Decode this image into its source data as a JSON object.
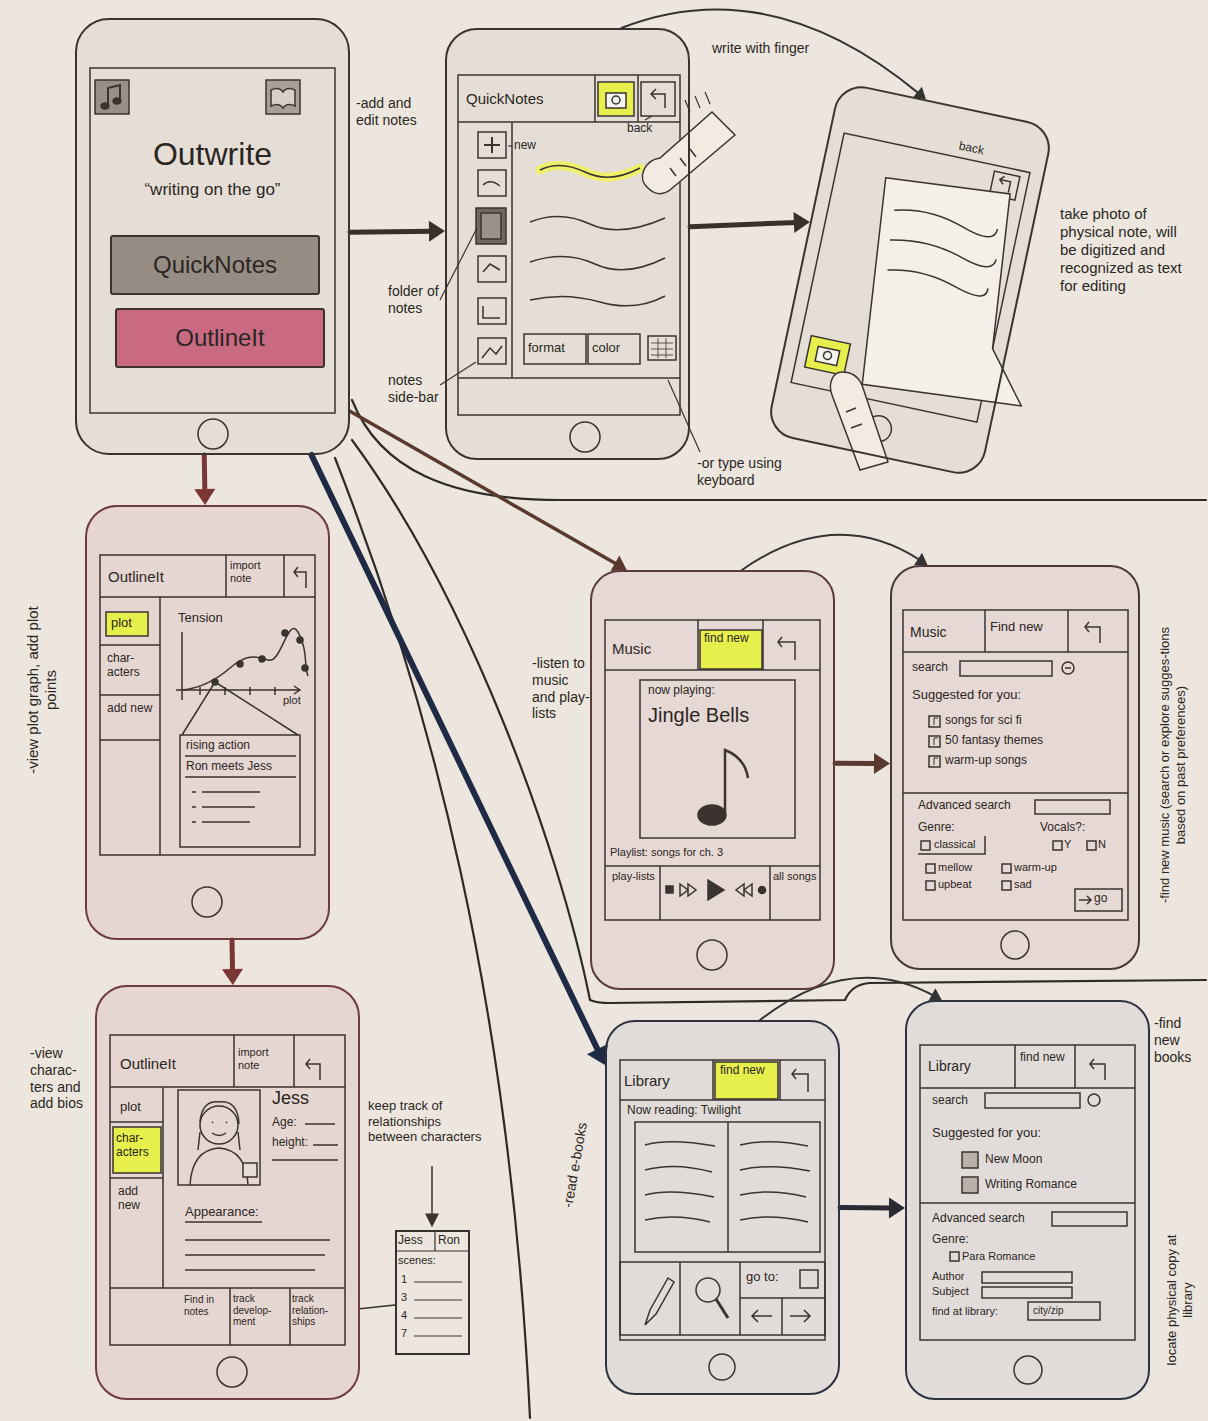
{
  "diagram": {
    "nodes": [
      {
        "text": [
          "Outwrite",
          "“writing on the go”"
        ]
      },
      {
        "text": [
          "QuickNotes"
        ],
        "in": 0
      },
      {
        "text": [
          "OutlineIt"
        ],
        "in": 0
      },
      {
        "text": [
          "QuickNotes",
          "format",
          "color"
        ]
      },
      {
        "text": [
          "back"
        ]
      },
      {
        "text": [
          "OutlineIt",
          "import note",
          "plot",
          "char-acters",
          "add new",
          "Tension",
          "plot",
          "rising action",
          "Ron meets Jess"
        ]
      },
      {
        "text": [
          "Music",
          "find new",
          "now playing:",
          "Jingle Bells",
          "Playlist: songs for ch. 3",
          "play-lists",
          "all songs"
        ]
      },
      {
        "text": [
          "Music",
          "Find new",
          "search",
          "Suggested for you:",
          "songs for sci fi",
          "50 fantasy themes",
          "warm-up songs",
          "Advanced search",
          "Genre:",
          "classical",
          "Vocals?:",
          "Y",
          "N",
          "mellow",
          "warm-up",
          "upbeat",
          "sad",
          "go"
        ]
      },
      {
        "text": [
          "OutlineIt",
          "import note",
          "plot",
          "char-acters",
          "add new",
          "Jess",
          "Age:",
          "height:",
          "Appearance:",
          "Find in notes",
          "track develop-ment",
          "track relation-ships"
        ]
      },
      {
        "text": [
          "Jess",
          "Ron",
          "scenes:",
          "1",
          "3",
          "4",
          "7"
        ]
      },
      {
        "text": [
          "Library",
          "find new",
          "Now reading: Twilight",
          "go to:"
        ]
      },
      {
        "text": [
          "Library",
          "find new",
          "search",
          "Suggested for you:",
          "New Moon",
          "Writing Romance",
          "Advanced search",
          "Genre:",
          "Para Romance",
          "Author",
          "Subject",
          "find at library:",
          "city/zip"
        ]
      }
    ],
    "edges": [
      {
        "from": 0,
        "to": 3,
        "arrow": "to"
      },
      {
        "from": 3,
        "to": 4,
        "arrow": "to"
      },
      {
        "from": 3,
        "to": 4,
        "arrow": "to"
      },
      {
        "from": 0,
        "to": 5,
        "arrow": "to"
      },
      {
        "from": 5,
        "to": 8,
        "arrow": "to"
      },
      {
        "from": 0,
        "to": 6,
        "arrow": "to"
      },
      {
        "from": 6,
        "to": 7,
        "arrow": "to"
      },
      {
        "from": 6,
        "to": 7,
        "arrow": "to"
      },
      {
        "from": 0,
        "to": 10,
        "arrow": "to"
      },
      {
        "from": 10,
        "to": 11,
        "arrow": "to"
      },
      {
        "from": 10,
        "to": 11,
        "arrow": "to"
      },
      {
        "from": 8,
        "to": 9,
        "arrow": "none"
      }
    ],
    "labels": [
      "-add and edit notes",
      "new",
      "back",
      "write with finger",
      "folder of notes",
      "notes side-bar",
      "-or type using keyboard",
      "take photo of physical note, will be digitized and recognized as text for editing",
      "-view plot graph, add plot points",
      "-listen to music and play-lists",
      "-find new music (search or explore sugges-tions based on past preferences)",
      "-view charac-ters and add bios",
      "keep track of relationships between characters",
      "-read e-books",
      "-find new books",
      "locate physical copy at library"
    ]
  }
}
